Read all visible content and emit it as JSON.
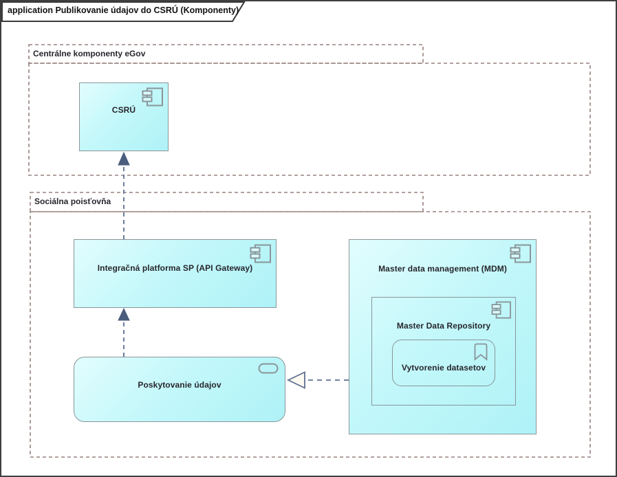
{
  "diagram": {
    "title": "application Publikovanie údajov do CSRÚ (Komponenty)"
  },
  "boundaries": {
    "egov": {
      "label": "Centrálne komponenty eGov"
    },
    "sp": {
      "label": "Sociálna poisťovňa"
    }
  },
  "components": {
    "csru": {
      "label": "CSRÚ",
      "icon": "uml-component-icon"
    },
    "integracna_platforma": {
      "label": "Integračná platforma SP (API Gateway)",
      "icon": "uml-component-icon"
    },
    "mdm": {
      "label": "Master data management (MDM)",
      "icon": "uml-component-icon"
    },
    "master_data_repository": {
      "label": "Master Data Repository",
      "icon": "uml-component-icon"
    },
    "vytvorenie_datasetov": {
      "label": "Vytvorenie datasetov",
      "icon": "bookmark-ribbon-icon"
    },
    "poskytovanie_udajov": {
      "label": "Poskytovanie údajov",
      "icon": "service-pill-icon"
    }
  },
  "connectors": [
    {
      "name": "flow-integracna-platforma-to-csru",
      "style": "dashed",
      "arrowhead": "filled-triangle",
      "from": "integracna_platforma",
      "to": "csru"
    },
    {
      "name": "flow-poskytovanie-udajov-to-integracna-platforma",
      "style": "dashed",
      "arrowhead": "filled-triangle",
      "from": "poskytovanie_udajov",
      "to": "integracna_platforma"
    },
    {
      "name": "realization-mdm-to-poskytovanie-udajov",
      "style": "dashed",
      "arrowhead": "hollow-triangle",
      "from": "mdm",
      "to": "poskytovanie_udajov"
    }
  ],
  "colors": {
    "node_fill_light": "#e2fdfe",
    "node_fill_dark": "#aef2f7",
    "node_border": "#8a9599",
    "boundary_dash": "#97827f",
    "connector_line": "#5d6f90",
    "arrowhead_fill": "#4a5d7d",
    "hollow_arrowhead_fill": "#fbf9f1",
    "text": "#26262c",
    "frame_border": "#3f3f3f"
  }
}
